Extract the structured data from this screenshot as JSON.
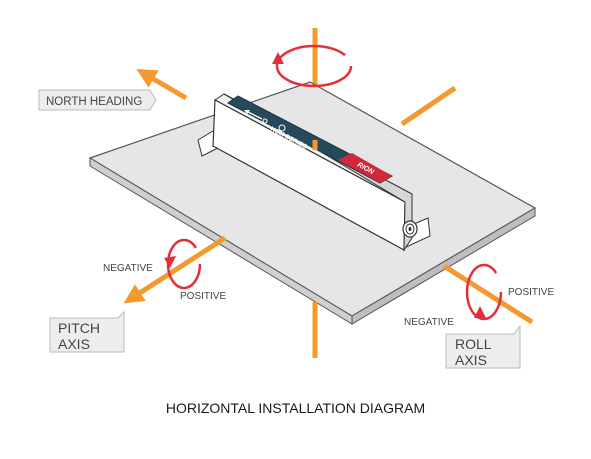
{
  "labels": {
    "north_heading": "NORTH HEADING",
    "pitch_line1": "PITCH",
    "pitch_line2": "AXIS",
    "roll_line1": "ROLL",
    "roll_line2": "AXIS",
    "pitch_negative": "NEGATIVE",
    "pitch_positive": "POSITIVE",
    "roll_negative": "NEGATIVE",
    "roll_positive": "POSITIVE"
  },
  "module": {
    "series_line1": "HCM SERIES",
    "series_line2": "COMPASS MODULE",
    "logo": "RION"
  },
  "caption": "HORIZONTAL INSTALLATION DIAGRAM",
  "colors": {
    "axis": "#f39a2e",
    "rotation": "#e2303a",
    "plate": "#e6e5e8",
    "module_body": "#264a5a",
    "logo_band": "#d1283a",
    "label_box": "#ededed"
  },
  "icons": {
    "rotation_arrow": "circular-arrow-icon",
    "axis_arrow": "arrow-icon"
  }
}
